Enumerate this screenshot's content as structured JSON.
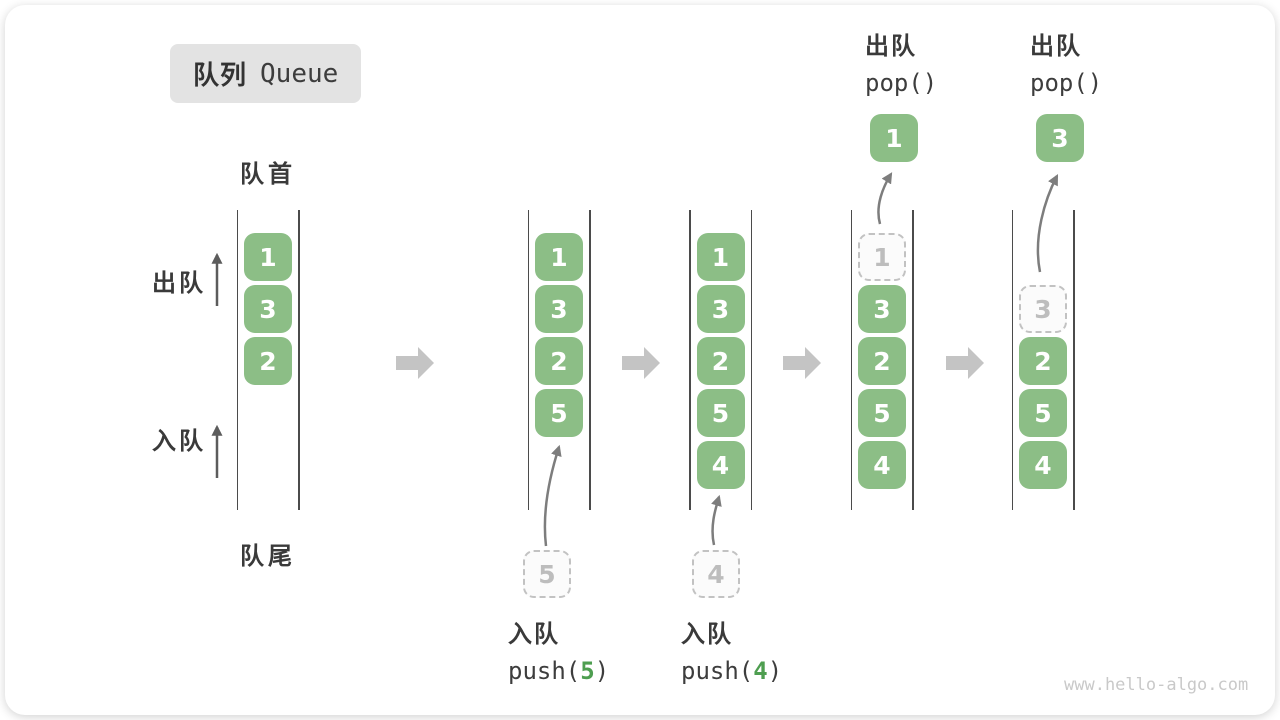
{
  "title": {
    "zh": "队列",
    "en": "Queue"
  },
  "anchors": {
    "front": "队首",
    "rear": "队尾",
    "dequeue_side": "出队",
    "enqueue_side": "入队"
  },
  "pop_ops": [
    {
      "label": "出队",
      "code": "pop()"
    },
    {
      "label": "出队",
      "code": "pop()"
    }
  ],
  "push_ops": [
    {
      "label": "入队",
      "before": "push(",
      "arg": "5",
      "after": ")"
    },
    {
      "label": "入队",
      "before": "push(",
      "arg": "4",
      "after": ")"
    }
  ],
  "states": [
    {
      "cells": [
        {
          "slot": 0,
          "value": "1",
          "style": "solid"
        },
        {
          "slot": 1,
          "value": "3",
          "style": "solid"
        },
        {
          "slot": 2,
          "value": "2",
          "style": "solid"
        }
      ]
    },
    {
      "cells": [
        {
          "slot": 0,
          "value": "1",
          "style": "solid"
        },
        {
          "slot": 1,
          "value": "3",
          "style": "solid"
        },
        {
          "slot": 2,
          "value": "2",
          "style": "solid"
        },
        {
          "slot": 3,
          "value": "5",
          "style": "solid"
        }
      ],
      "staging": {
        "value": "5"
      }
    },
    {
      "cells": [
        {
          "slot": 0,
          "value": "1",
          "style": "solid"
        },
        {
          "slot": 1,
          "value": "3",
          "style": "solid"
        },
        {
          "slot": 2,
          "value": "2",
          "style": "solid"
        },
        {
          "slot": 3,
          "value": "5",
          "style": "solid"
        },
        {
          "slot": 4,
          "value": "4",
          "style": "solid"
        }
      ],
      "staging": {
        "value": "4"
      }
    },
    {
      "cells": [
        {
          "slot": 0,
          "value": "1",
          "style": "dashed"
        },
        {
          "slot": 1,
          "value": "3",
          "style": "solid"
        },
        {
          "slot": 2,
          "value": "2",
          "style": "solid"
        },
        {
          "slot": 3,
          "value": "5",
          "style": "solid"
        },
        {
          "slot": 4,
          "value": "4",
          "style": "solid"
        }
      ],
      "popped": {
        "value": "1"
      }
    },
    {
      "cells": [
        {
          "slot": 1,
          "value": "3",
          "style": "dashed"
        },
        {
          "slot": 2,
          "value": "2",
          "style": "solid"
        },
        {
          "slot": 3,
          "value": "5",
          "style": "solid"
        },
        {
          "slot": 4,
          "value": "4",
          "style": "solid"
        }
      ],
      "popped": {
        "value": "3"
      }
    }
  ],
  "watermark": "www.hello-algo.com",
  "colors": {
    "green": "#8CBE86",
    "accent_green": "#4E9E50",
    "block_arrow": "#C4C4C4",
    "badge_bg": "#E3E3E3"
  }
}
